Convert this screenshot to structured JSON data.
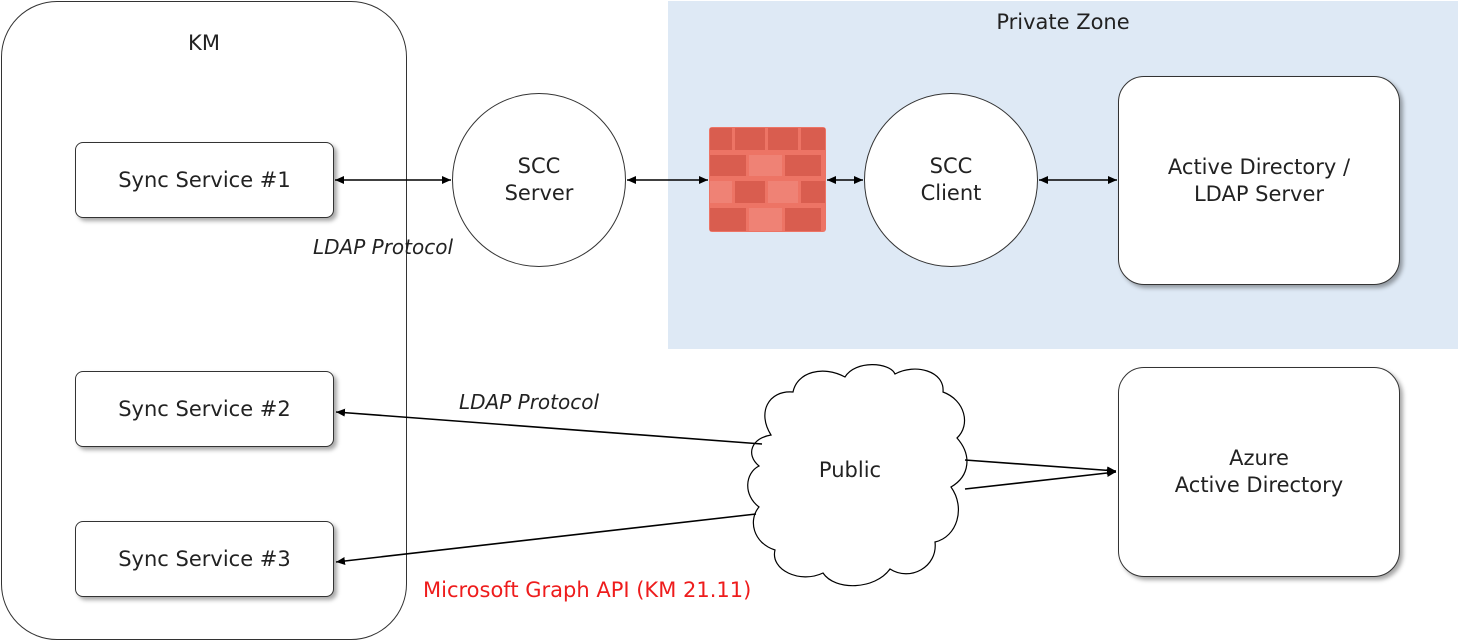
{
  "private_zone": {
    "label": "Private Zone"
  },
  "km": {
    "label": "KM"
  },
  "sync_services": [
    {
      "label": "Sync Service #1"
    },
    {
      "label": "Sync Service #2"
    },
    {
      "label": "Sync Service #3"
    }
  ],
  "scc_server": {
    "label": "SCC\nServer"
  },
  "scc_client": {
    "label": "SCC\nClient"
  },
  "firewall": {
    "icon": "firewall-icon",
    "brick_color": "#d95d4f",
    "brick_light": "#ed7465"
  },
  "active_directory": {
    "label": "Active Directory /\nLDAP Server"
  },
  "azure_ad": {
    "label": "Azure\nActive Directory"
  },
  "public_cloud": {
    "label": "Public"
  },
  "edge_labels": {
    "ldap_protocol_1": "LDAP Protocol",
    "ldap_protocol_2": "LDAP Protocol",
    "graph_api": "Microsoft Graph API (KM 21.11)"
  },
  "colors": {
    "private_zone_bg": "#dee9f5",
    "graph_api_text": "#ee1c1c"
  }
}
